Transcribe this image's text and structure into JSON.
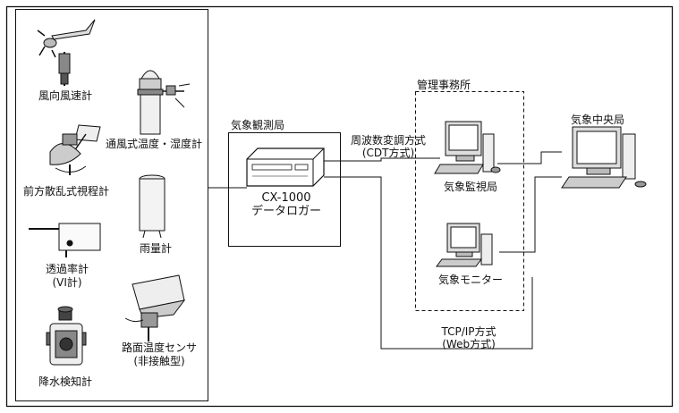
{
  "sensors": {
    "wind": "風向風速計",
    "temp_humidity": "通風式温度・湿度計",
    "visibility": "前方散乱式視程計",
    "rain": "雨量計",
    "transmissometer_1": "透過率計",
    "transmissometer_2": "(VI計)",
    "road_temp_1": "路面温度センサ",
    "road_temp_2": "(非接触型)",
    "precip_detector": "降水検知計"
  },
  "station": {
    "title": "気象観測局",
    "logger_model": "CX-1000",
    "logger_name": "データロガー"
  },
  "links": {
    "cdt_1": "周波数変調方式",
    "cdt_2": "(CDT方式)",
    "tcp_1": "TCP/IP方式",
    "tcp_2": "(Web方式)"
  },
  "office": {
    "title": "管理事務所",
    "monitor_station": "気象監視局",
    "monitor": "気象モニター"
  },
  "central": {
    "title": "気象中央局"
  }
}
